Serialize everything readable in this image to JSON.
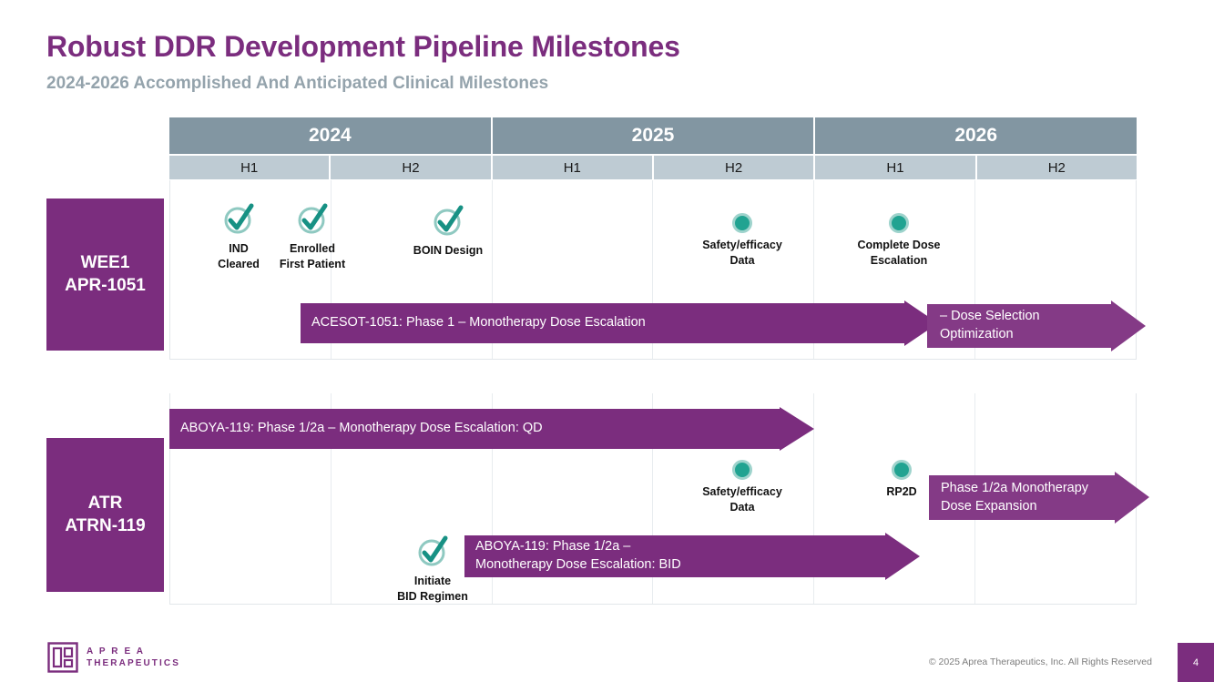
{
  "header": {
    "title": "Robust DDR Development Pipeline Milestones",
    "subtitle": "2024-2026 Accomplished And Anticipated Clinical Milestones"
  },
  "colors": {
    "purple": "#7B2D7E",
    "purple_light": "#843A86",
    "teal": "#21A391",
    "teal_light": "#9ED3CC",
    "header_year": "#8296A2",
    "header_half": "#BECBD3",
    "subtitle_gray": "#94A3AC"
  },
  "timeline": {
    "years": [
      "2024",
      "2025",
      "2026"
    ],
    "halves": [
      "H1",
      "H2",
      "H1",
      "H2",
      "H1",
      "H2"
    ]
  },
  "programs": [
    {
      "target": "WEE1",
      "compound": "APR-1051",
      "milestones": [
        {
          "type": "check",
          "label": "IND\nCleared"
        },
        {
          "type": "check",
          "label": "Enrolled\nFirst Patient"
        },
        {
          "type": "check",
          "label": "BOIN Design"
        },
        {
          "type": "dot",
          "label": "Safety/efficacy\nData"
        },
        {
          "type": "dot",
          "label": "Complete Dose\nEscalation"
        }
      ],
      "bars": [
        {
          "label": "ACESOT-1051: Phase 1 – Monotherapy Dose Escalation"
        },
        {
          "label": "– Dose Selection\nOptimization"
        }
      ]
    },
    {
      "target": "ATR",
      "compound": "ATRN-119",
      "milestones": [
        {
          "type": "dot",
          "label": "Safety/efficacy\nData"
        },
        {
          "type": "dot",
          "label": "RP2D"
        },
        {
          "type": "check",
          "label": "Initiate\nBID Regimen"
        }
      ],
      "bars": [
        {
          "label": "ABOYA-119: Phase 1/2a – Monotherapy Dose Escalation: QD"
        },
        {
          "label": "Phase 1/2a  Monotherapy\nDose Expansion"
        },
        {
          "label": "ABOYA-119: Phase 1/2a –\nMonotherapy Dose Escalation: BID"
        }
      ]
    }
  ],
  "footer": {
    "logo_line1": "A P R E A",
    "logo_line2": "THERAPEUTICS",
    "copyright": "© 2025 Aprea Therapeutics, Inc. All Rights Reserved",
    "page_number": "4"
  }
}
